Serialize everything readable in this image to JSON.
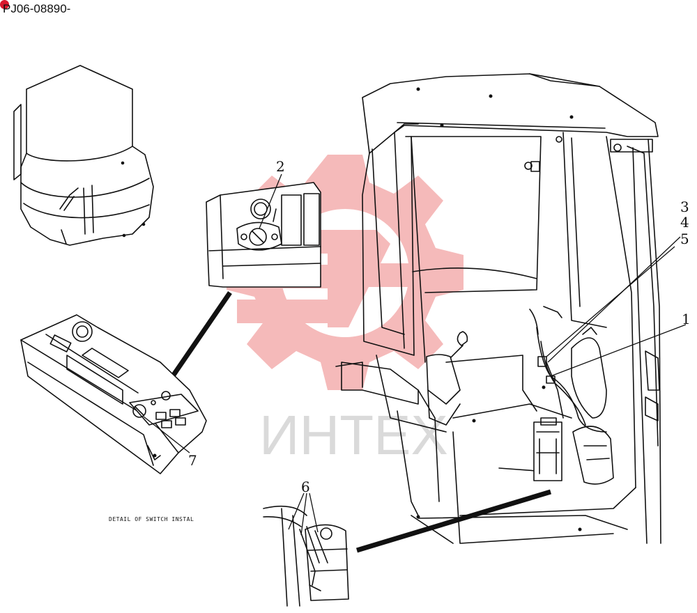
{
  "document_code": "PJ06-08890-",
  "detail_caption": "DETAIL OF SWITCH INSTAL",
  "watermark_text": "ИНТЕХ",
  "callouts": {
    "c1": "1",
    "c2": "2",
    "c3": "3",
    "c4": "4",
    "c5": "5",
    "c6": "6",
    "c7": "7"
  },
  "colors": {
    "ink": "#111111",
    "watermark_logo": "#f2a3a3",
    "watermark_text": "#bdbdbd",
    "corner_dot": "#d9182d"
  }
}
